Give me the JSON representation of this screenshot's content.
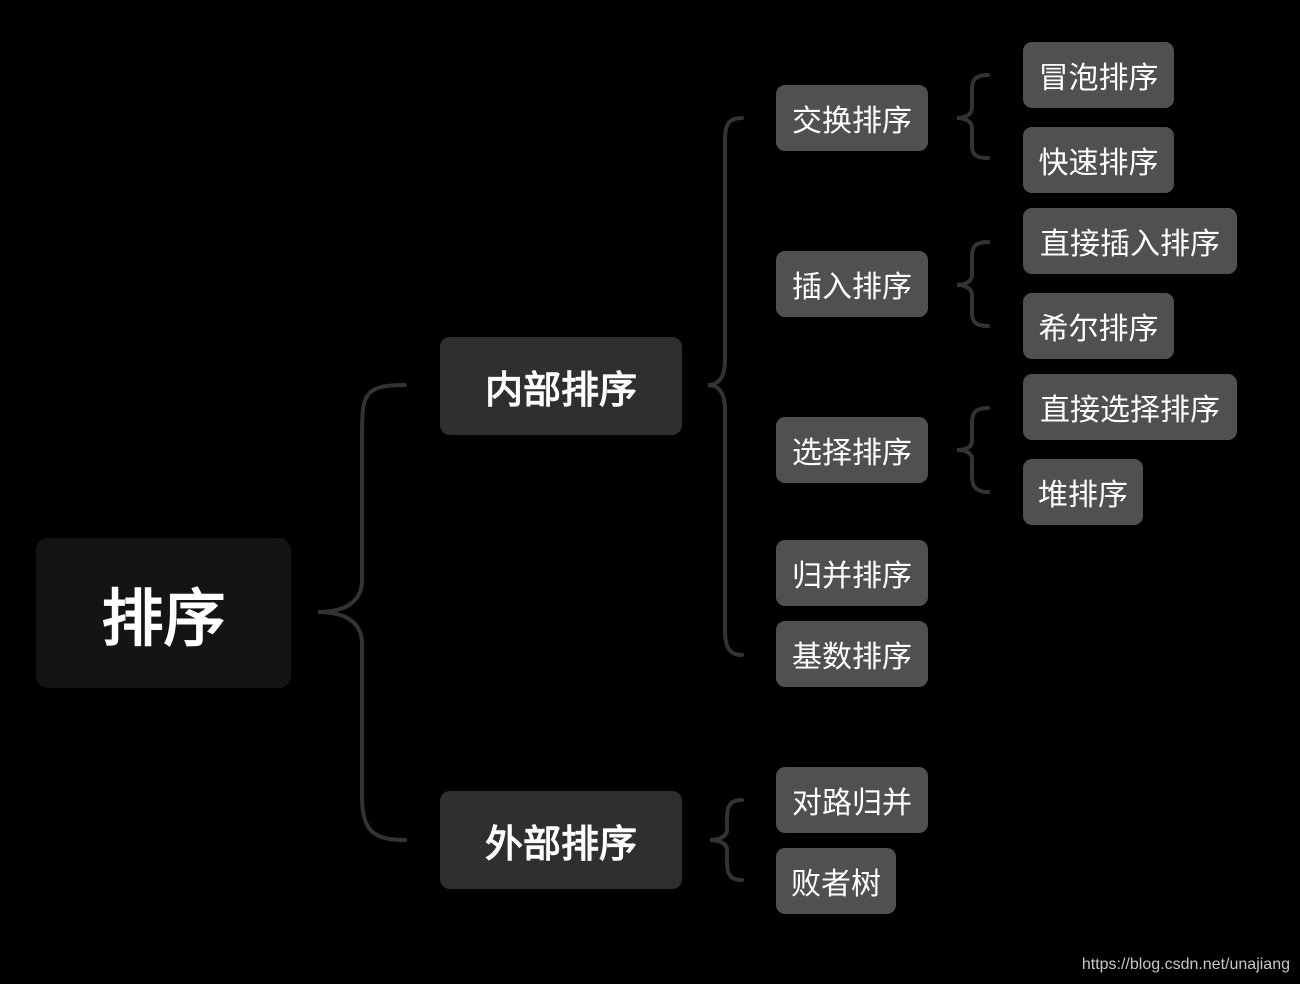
{
  "colors": {
    "background": "#000000",
    "root_fill": "#141414",
    "level1_fill": "#2f2f2f",
    "level2_fill": "#505050",
    "connector": "#333333",
    "text": "#ffffff"
  },
  "mindmap": {
    "root": {
      "label": "排序",
      "children": [
        {
          "label": "内部排序",
          "children": [
            {
              "label": "交换排序",
              "children": [
                {
                  "label": "冒泡排序"
                },
                {
                  "label": "快速排序"
                }
              ]
            },
            {
              "label": "插入排序",
              "children": [
                {
                  "label": "直接插入排序"
                },
                {
                  "label": "希尔排序"
                }
              ]
            },
            {
              "label": "选择排序",
              "children": [
                {
                  "label": "直接选择排序"
                },
                {
                  "label": "堆排序"
                }
              ]
            },
            {
              "label": "归并排序"
            },
            {
              "label": "基数排序"
            }
          ]
        },
        {
          "label": "外部排序",
          "children": [
            {
              "label": "对路归并"
            },
            {
              "label": "败者树"
            }
          ]
        }
      ]
    }
  },
  "watermark": "https://blog.csdn.net/unajiang"
}
